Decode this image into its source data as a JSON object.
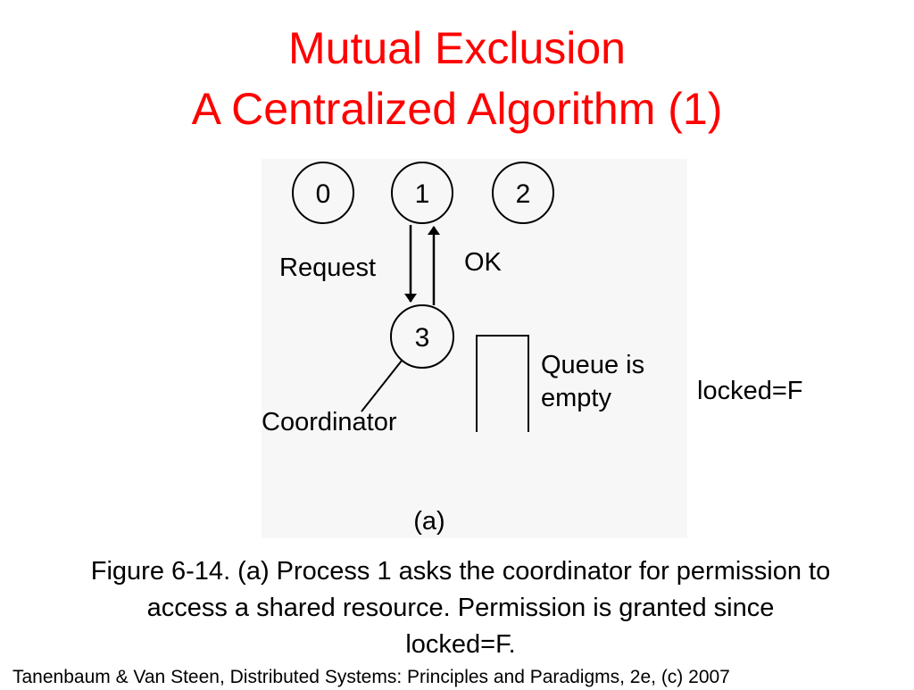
{
  "slide": {
    "title_line1": "Mutual Exclusion",
    "title_line2": "A Centralized Algorithm (1)",
    "title_color": "#ff0000"
  },
  "diagram": {
    "processes": [
      "0",
      "1",
      "2"
    ],
    "coordinator_node": "3",
    "request_label": "Request",
    "ok_label": "OK",
    "queue_label_line1": "Queue is",
    "queue_label_line2": "empty",
    "coordinator_label": "Coordinator",
    "subfigure_label": "(a)"
  },
  "annotation": {
    "locked_state": "locked=F"
  },
  "caption": {
    "line1": "Figure 6-14. (a) Process 1 asks the coordinator for permission to",
    "line2": "access a shared resource. Permission is granted since",
    "line3": "locked=F."
  },
  "citation": "Tanenbaum & Van Steen, Distributed Systems: Principles and Paradigms, 2e, (c) 2007"
}
